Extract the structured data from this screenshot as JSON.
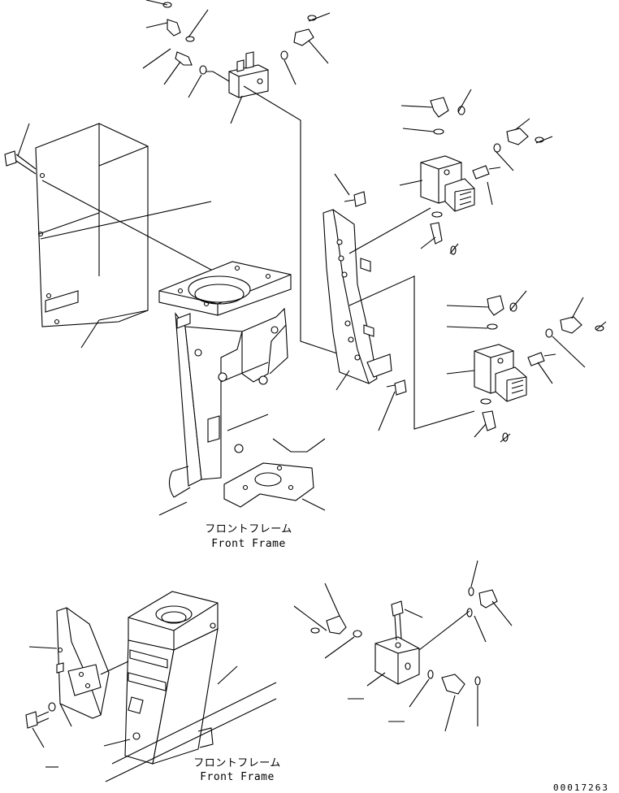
{
  "labels": {
    "front_frame_upper_jp": "フロントフレーム",
    "front_frame_upper_en": "Front Frame",
    "front_frame_lower_jp": "フロントフレーム",
    "front_frame_lower_en": "Front Frame"
  },
  "document_number": "00017263"
}
